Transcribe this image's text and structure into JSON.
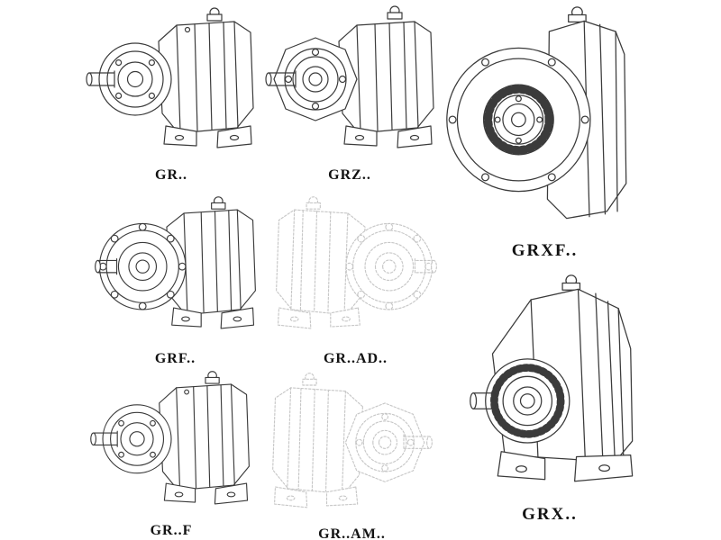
{
  "page": {
    "background": "#ffffff",
    "line_color": "#3b3b3b",
    "ghost_line_color": "#c7c7c7"
  },
  "catalog": {
    "items": [
      {
        "id": "gr",
        "label": "GR..",
        "style": "solid"
      },
      {
        "id": "grz",
        "label": "GRZ..",
        "style": "solid"
      },
      {
        "id": "grxf",
        "label": "GRXF..",
        "style": "solid"
      },
      {
        "id": "grf",
        "label": "GRF..",
        "style": "solid"
      },
      {
        "id": "grad",
        "label": "GR..AD..",
        "style": "ghost"
      },
      {
        "id": "grf2",
        "label": "GR..F",
        "style": "solid"
      },
      {
        "id": "gram",
        "label": "GR..AM..",
        "style": "ghost"
      },
      {
        "id": "grx",
        "label": "GRX..",
        "style": "solid"
      }
    ]
  }
}
